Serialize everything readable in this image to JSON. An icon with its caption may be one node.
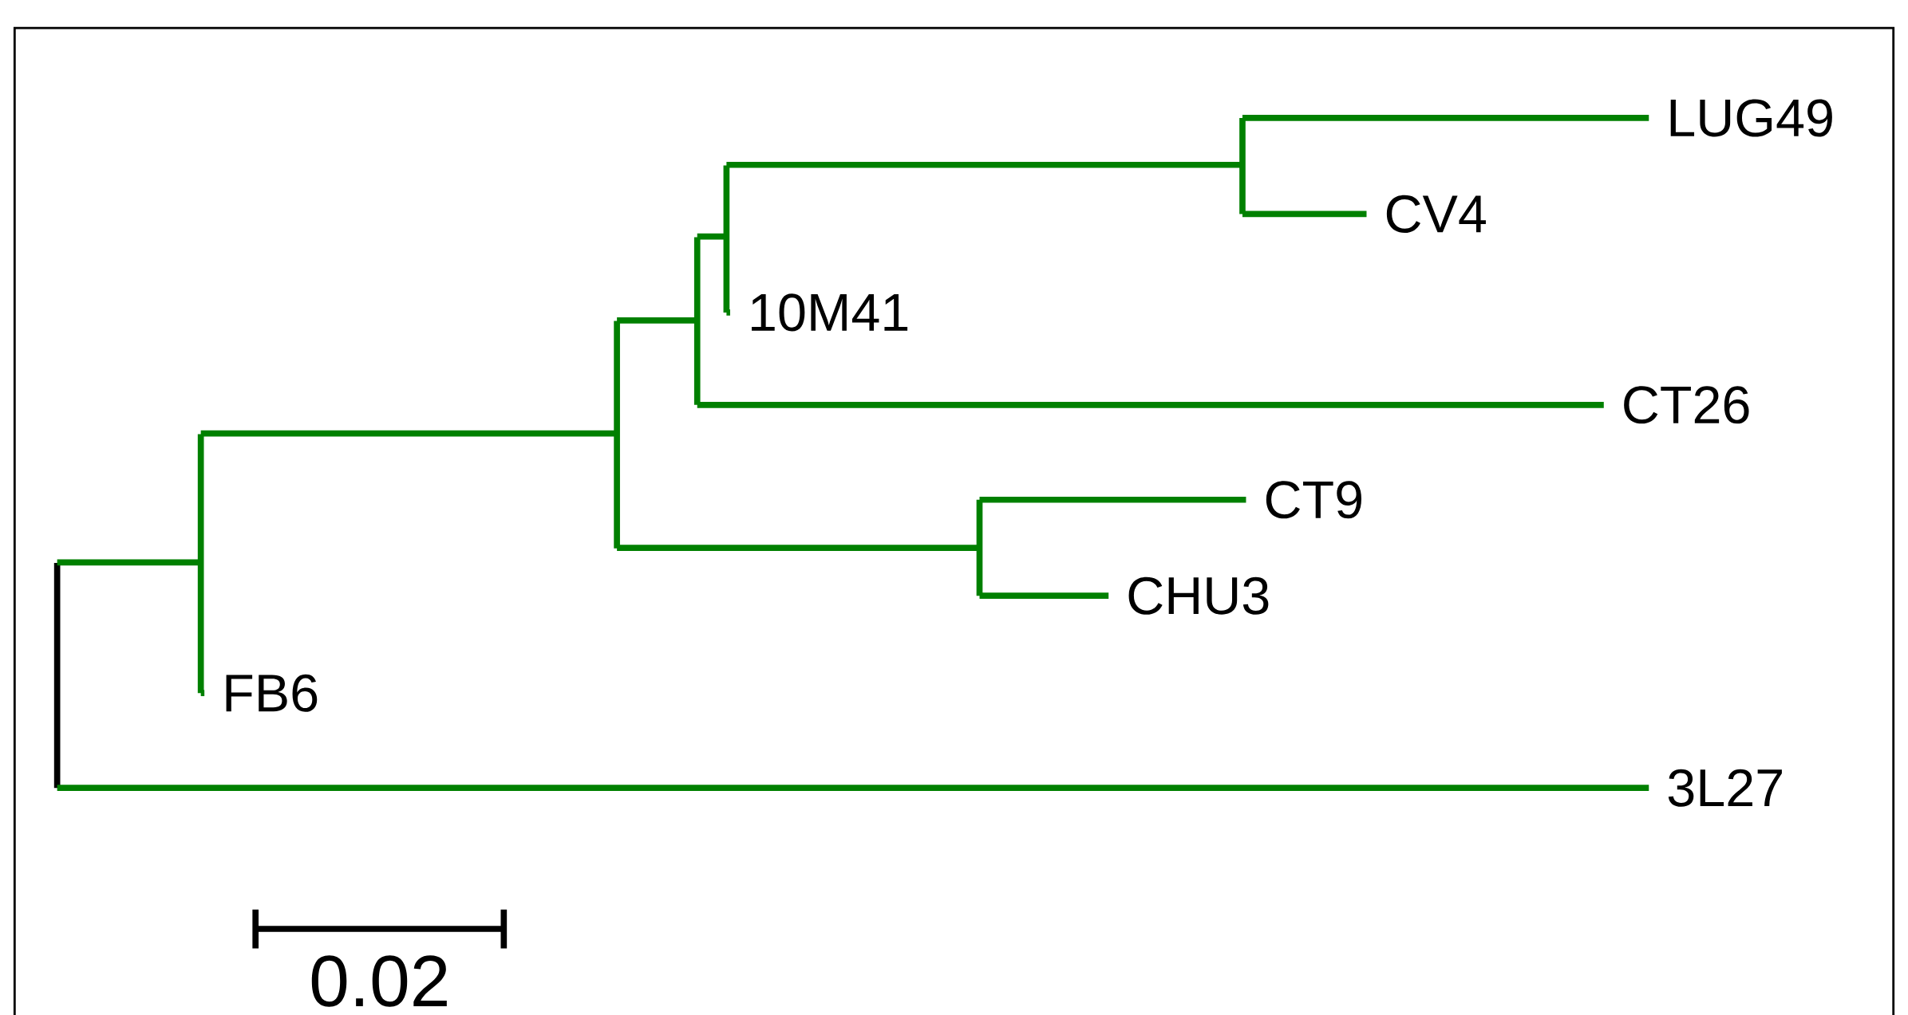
{
  "diagram": {
    "nodes": [
      {
        "text": [
          "LUG49"
        ]
      },
      {
        "text": [
          "CV4"
        ]
      },
      {
        "text": [
          "10M41"
        ]
      },
      {
        "text": [
          "CT26"
        ]
      },
      {
        "text": [
          "CT9"
        ]
      },
      {
        "text": [
          "CHU3"
        ]
      },
      {
        "text": [
          "FB6"
        ]
      },
      {
        "text": [
          "3L27"
        ]
      },
      {
        "text": [],
        "shape": "bar"
      },
      {
        "text": [],
        "shape": "bar"
      },
      {
        "text": [],
        "shape": "bar"
      },
      {
        "text": [],
        "shape": "bar"
      },
      {
        "text": [],
        "shape": "bar"
      },
      {
        "text": [],
        "shape": "bar"
      },
      {
        "text": [],
        "shape": "bar"
      }
    ],
    "edges": [
      {
        "from": 8,
        "to": 9,
        "arrow": "none"
      },
      {
        "from": 8,
        "to": 7,
        "arrow": "none"
      },
      {
        "from": 9,
        "to": 10,
        "arrow": "none"
      },
      {
        "from": 9,
        "to": 6,
        "arrow": "none"
      },
      {
        "from": 10,
        "to": 11,
        "arrow": "none"
      },
      {
        "from": 10,
        "to": 14,
        "arrow": "none"
      },
      {
        "from": 11,
        "to": 12,
        "arrow": "none"
      },
      {
        "from": 11,
        "to": 3,
        "arrow": "none"
      },
      {
        "from": 12,
        "to": 13,
        "arrow": "none"
      },
      {
        "from": 12,
        "to": 2,
        "arrow": "none"
      },
      {
        "from": 13,
        "to": 0,
        "arrow": "none"
      },
      {
        "from": 13,
        "to": 1,
        "arrow": "none"
      },
      {
        "from": 14,
        "to": 4,
        "arrow": "none"
      },
      {
        "from": 14,
        "to": 5,
        "arrow": "none"
      }
    ],
    "labels": [
      "0.02"
    ]
  }
}
